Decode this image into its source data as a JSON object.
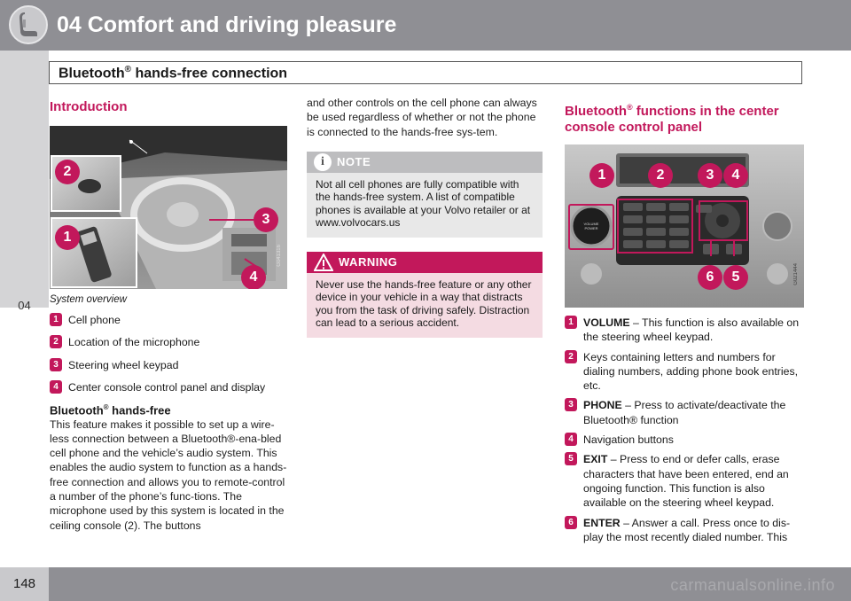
{
  "header": {
    "chapter_title": "04 Comfort and driving pleasure",
    "section_title": "Bluetooth",
    "section_title_sup": "®",
    "section_title_rest": " hands-free connection",
    "side_tab": "04"
  },
  "footer": {
    "page_number": "148",
    "watermark": "carmanualsonline.info"
  },
  "col1": {
    "intro_heading": "Introduction",
    "photo_code": "G041316",
    "callouts": [
      "2",
      "3",
      "1",
      "4"
    ],
    "caption": "System overview",
    "items": [
      {
        "num": "1",
        "text": "Cell phone"
      },
      {
        "num": "2",
        "text": "Location of the microphone"
      },
      {
        "num": "3",
        "text": "Steering wheel keypad"
      },
      {
        "num": "4",
        "text": "Center console control panel and display"
      }
    ],
    "subheading": "Bluetooth",
    "subheading_sup": "®",
    "subheading_rest": " hands-free",
    "paragraph": "This feature makes it possible to set up a wire-less connection between a Bluetooth®-ena-bled cell phone and the vehicle’s audio system. This enables the audio system to function as a hands-free connection and allows you to remote-control a number of the phone’s func-tions. The microphone used by this system is located in the ceiling console (2). The buttons"
  },
  "col2": {
    "paragraph": "and other controls on the cell phone can always be used regardless of whether or not the phone is connected to the hands-free sys-tem.",
    "note_label": "NOTE",
    "note_icon": "i",
    "note_text": "Not all cell phones are fully compatible with the hands-free system. A list of compatible phones is available at your Volvo retailer or at www.volvocars.us",
    "warning_label": "WARNING",
    "warning_text": "Never use the hands-free feature or any other device in your vehicle in a way that distracts you from the task of driving safely. Distraction can lead to a serious accident."
  },
  "col3": {
    "heading_a": "Bluetooth",
    "heading_sup": "®",
    "heading_b": " functions in the center console control panel",
    "photo_code": "G021444",
    "callouts": [
      "1",
      "2",
      "3",
      "4",
      "6",
      "5"
    ],
    "volume_button_label": "VOLUME\nPOWER",
    "items": [
      {
        "num": "1",
        "bold": "VOLUME",
        "text": " – This function is also available on the steering wheel keypad."
      },
      {
        "num": "2",
        "bold": "",
        "text": "Keys containing letters and numbers for dialing numbers, adding phone book entries, etc."
      },
      {
        "num": "3",
        "bold": "PHONE",
        "text": " – Press to activate/deactivate the Bluetooth® function"
      },
      {
        "num": "4",
        "bold": "",
        "text": "Navigation buttons"
      },
      {
        "num": "5",
        "bold": "EXIT",
        "text": " – Press to end or defer calls, erase characters that have been entered, end an ongoing function. This function is also available on the steering wheel keypad."
      },
      {
        "num": "6",
        "bold": "ENTER",
        "text": " – Answer a call. Press once to dis-play the most recently dialed number. This"
      }
    ]
  },
  "colors": {
    "accent": "#c2185b",
    "band": "#8f8f94",
    "note_bg": "#e8e8e8",
    "warn_bg": "#f4dbe2"
  },
  "icons": [
    "seat-icon",
    "info-icon",
    "warning-icon"
  ]
}
